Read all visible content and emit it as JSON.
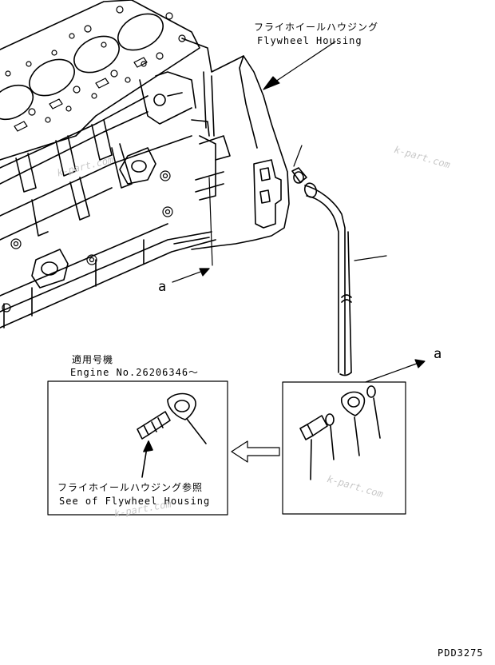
{
  "callouts": {
    "flywheel_housing_jp": "フライホイールハウジング",
    "flywheel_housing_en": "Flywheel Housing",
    "view_a_upper": "a",
    "view_a_lower": "a"
  },
  "applicable": {
    "title_jp": "適用号機",
    "serial": "Engine No.26206346～"
  },
  "reference": {
    "jp": "フライホイールハウジング参照",
    "en": "See of Flywheel Housing"
  },
  "watermarks": [
    "k-part.com",
    "k-part.com",
    "k-part.com",
    "k-part.com"
  ],
  "drawing_number": "PDD3275"
}
